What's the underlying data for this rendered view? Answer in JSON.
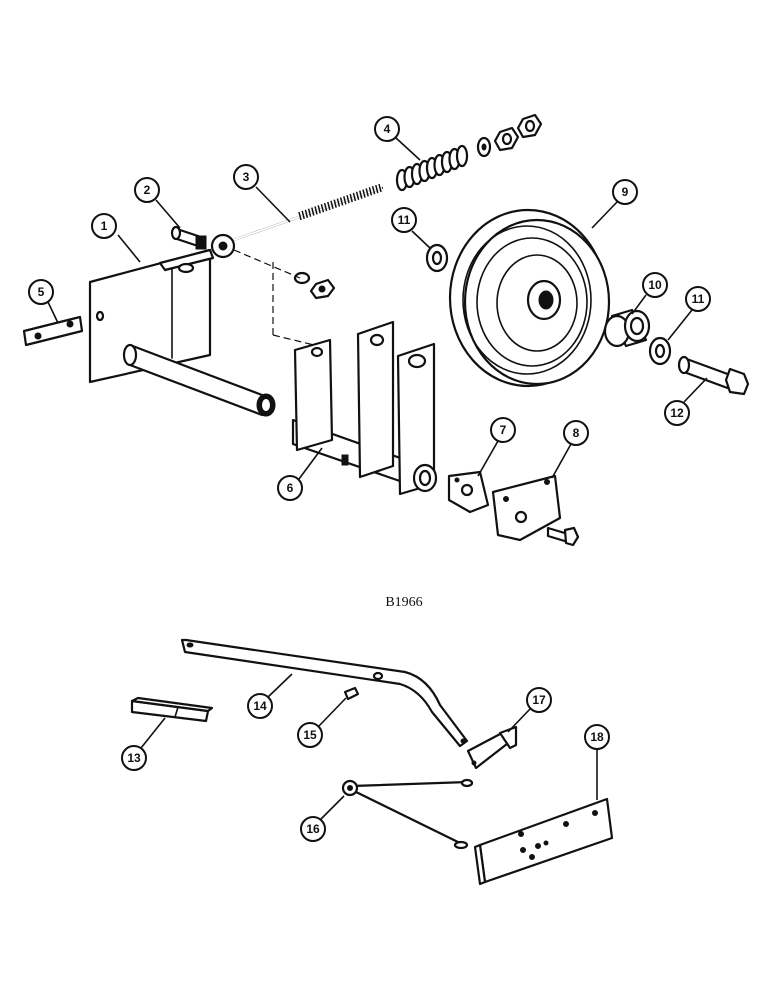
{
  "figure_code": "B1966",
  "callouts": {
    "c1": "1",
    "c2": "2",
    "c3": "3",
    "c4": "4",
    "c5": "5",
    "c6": "6",
    "c7": "7",
    "c8": "8",
    "c9": "9",
    "c10": "10",
    "c11a": "11",
    "c11b": "11",
    "c12": "12",
    "c13": "13",
    "c14": "14",
    "c15": "15",
    "c16": "16",
    "c17": "17",
    "c18": "18"
  },
  "colors": {
    "ink": "#111111",
    "paper": "#ffffff"
  }
}
